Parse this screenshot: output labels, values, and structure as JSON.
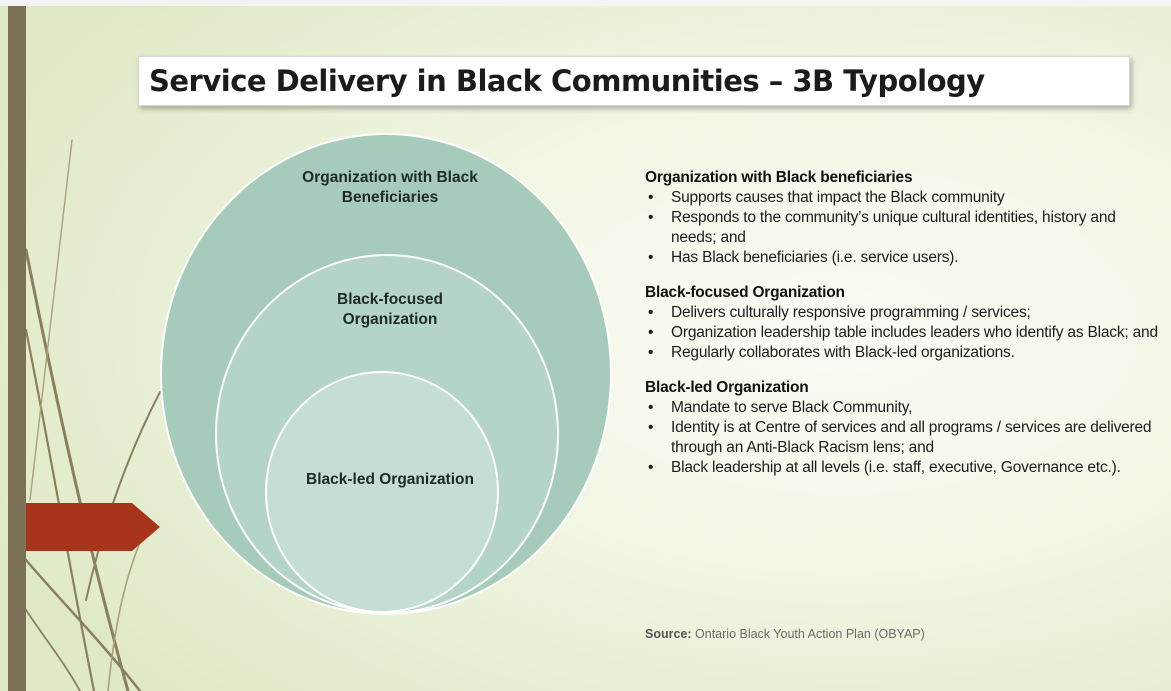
{
  "title": "Service Delivery in Black Communities – 3B Typology",
  "diagram": {
    "outer": {
      "label": "Organization with Black Beneficiaries",
      "color": "#a6cbbb"
    },
    "middle": {
      "label": "Black-focused Organization",
      "color": "#b3d4c6"
    },
    "inner": {
      "label": "Black-led Organization",
      "color": "#c4ded3"
    }
  },
  "sections": [
    {
      "heading": "Organization with Black beneficiaries",
      "bullets": [
        "Supports causes that impact the Black community",
        "Responds to the community’s unique cultural identities, history and needs; and",
        "Has Black beneficiaries (i.e. service users)."
      ]
    },
    {
      "heading": "Black-focused Organization",
      "bullets": [
        "Delivers culturally responsive programming / services;",
        "Organization leadership table includes leaders who identify as Black; and",
        "Regularly collaborates with Black-led organizations."
      ]
    },
    {
      "heading": "Black-led Organization",
      "bullets": [
        "Mandate to serve Black Community,",
        "Identity is at Centre of services and all programs / services are delivered through an Anti-Black Racism lens; and",
        "Black leadership at all levels (i.e. staff, executive, Governance etc.)."
      ]
    }
  ],
  "source": {
    "label": "Source:",
    "text": "Ontario Black Youth Action Plan (OBYAP)"
  },
  "colors": {
    "left_bar": "#7b7157",
    "arrow": "#a8341b",
    "stems": "#8a8060"
  }
}
